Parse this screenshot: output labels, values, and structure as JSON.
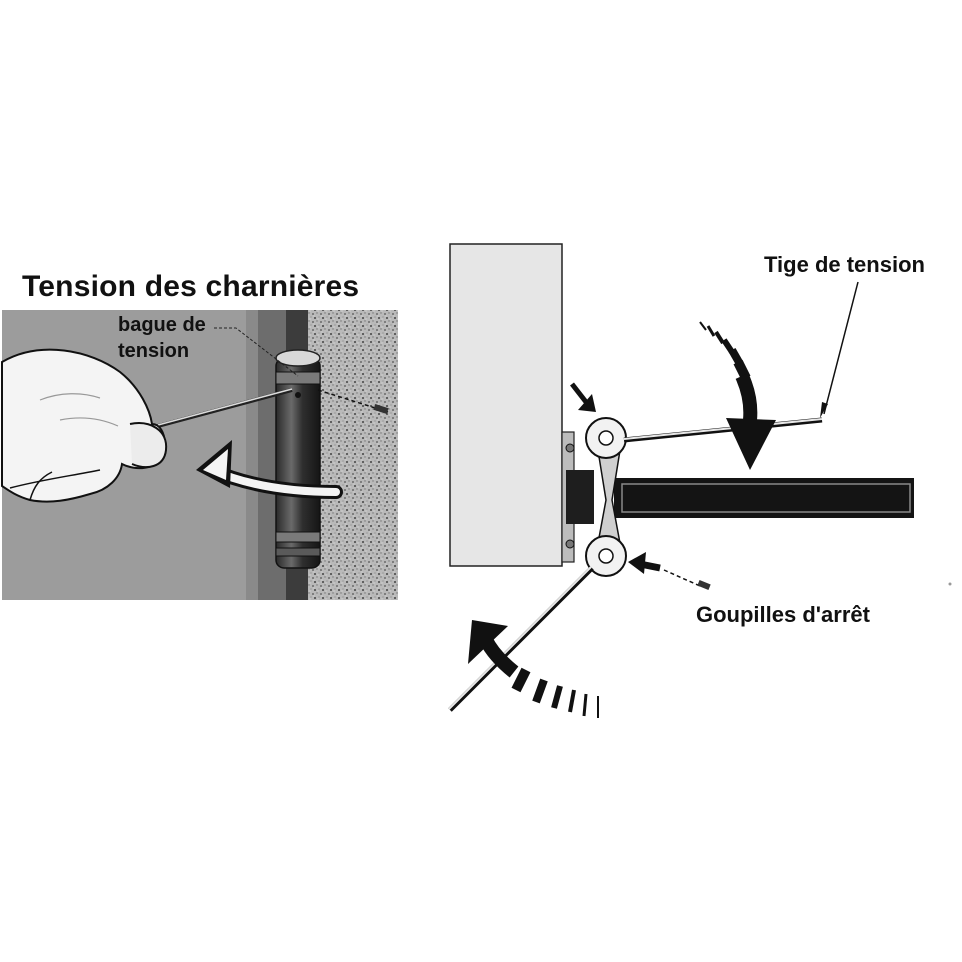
{
  "left_panel": {
    "title": "Tension des charnières",
    "callout_label_line1": "bague de",
    "callout_label_line2": "tension"
  },
  "right_panel": {
    "callout_rod": "Tige de tension",
    "callout_pins": "Goupilles d'arrêt"
  }
}
